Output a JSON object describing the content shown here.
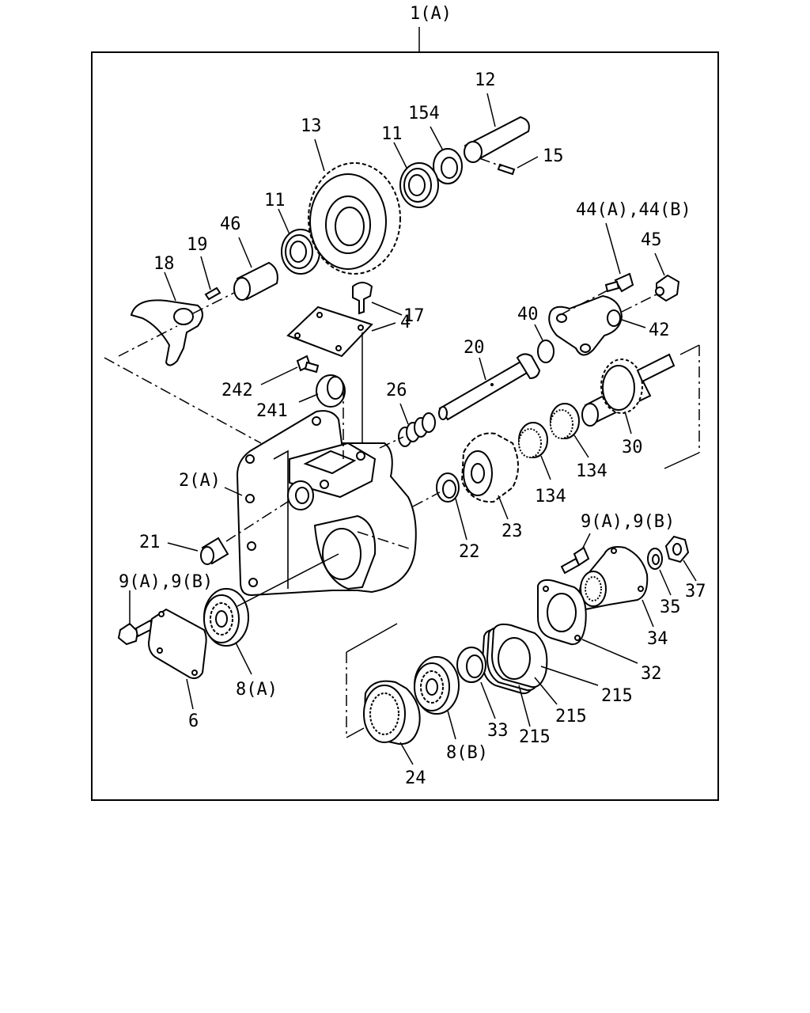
{
  "labels": {
    "assembly": "1(A)",
    "p12": "12",
    "p154": "154",
    "p13": "13",
    "p11a": "11",
    "p11b": "11",
    "p15": "15",
    "p44": "44(A),44(B)",
    "p46": "46",
    "p19": "19",
    "p45": "45",
    "p18": "18",
    "p17": "17",
    "p4": "4",
    "p40": "40",
    "p42": "42",
    "p20": "20",
    "p26": "26",
    "p242": "242",
    "p241": "241",
    "p30": "30",
    "p134a": "134",
    "p134b": "134",
    "p2": "2(A)",
    "p23": "23",
    "p9top": "9(A),9(B)",
    "p21": "21",
    "p22": "22",
    "p9left": "9(A),9(B)",
    "p37": "37",
    "p35": "35",
    "p34": "34",
    "p32": "32",
    "p8a": "8(A)",
    "p215a": "215",
    "p215b": "215",
    "p215c": "215",
    "p6": "6",
    "p33": "33",
    "p8b": "8(B)",
    "p24": "24"
  }
}
